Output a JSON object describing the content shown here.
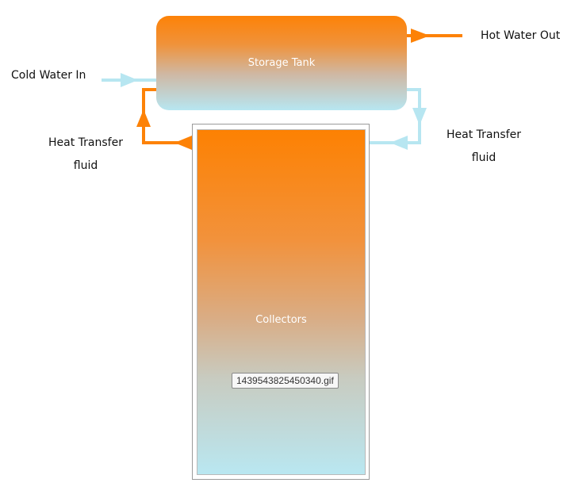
{
  "labels": {
    "storage_tank": "Storage Tank",
    "collectors": "Collectors",
    "cold_water_in": "Cold Water In",
    "hot_water_out": "Hot Water Out",
    "heat_transfer_left_line1": "Heat Transfer",
    "heat_transfer_left_line2": "fluid",
    "heat_transfer_right_line1": "Heat Transfer",
    "heat_transfer_right_line2": "fluid"
  },
  "image_filename": "1439543825450340.gif",
  "colors": {
    "hot_orange": "#fd8207",
    "cold_blue": "#b7e6f1"
  }
}
